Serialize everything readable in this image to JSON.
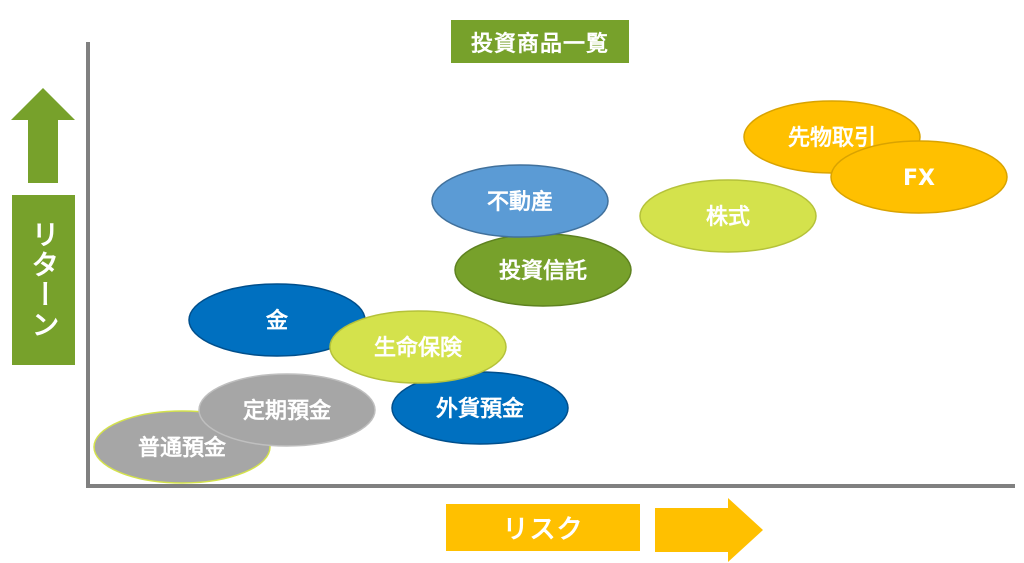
{
  "title": "投資商品一覧",
  "axes": {
    "y_label": "リターン",
    "x_label": "リスク"
  },
  "colors": {
    "green": "#77a12b",
    "blue": "#0070c0",
    "light_blue": "#5b9bd5",
    "lime": "#d4e24c",
    "gray": "#a6a6a6",
    "orange": "#ffc000"
  },
  "items": [
    {
      "id": "futsu",
      "label": "普通預金",
      "color": "#a6a6a6"
    },
    {
      "id": "teiki",
      "label": "定期預金",
      "color": "#a6a6a6"
    },
    {
      "id": "gold",
      "label": "金",
      "color": "#0070c0"
    },
    {
      "id": "insurance",
      "label": "生命保険",
      "color": "#d4e24c"
    },
    {
      "id": "foreign",
      "label": "外貨預金",
      "color": "#0070c0"
    },
    {
      "id": "realestate",
      "label": "不動産",
      "color": "#5b9bd5"
    },
    {
      "id": "trust",
      "label": "投資信託",
      "color": "#77a12b"
    },
    {
      "id": "stock",
      "label": "株式",
      "color": "#d4e24c"
    },
    {
      "id": "futures",
      "label": "先物取引",
      "color": "#ffc000"
    },
    {
      "id": "fx",
      "label": "FX",
      "color": "#ffc000"
    }
  ]
}
